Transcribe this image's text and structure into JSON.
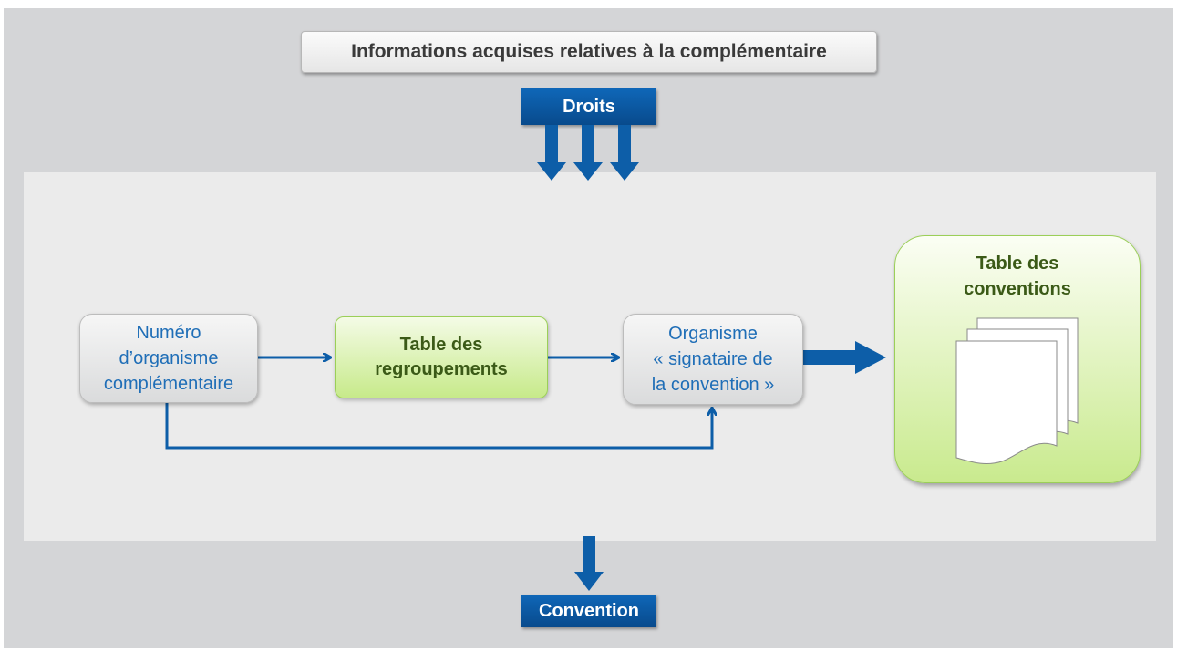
{
  "top_title": "Informations acquises relatives à la complémentaire",
  "droits_label": "Droits",
  "convention_label": "Convention",
  "numero_box": [
    "Numéro",
    "d’organisme",
    "complémentaire"
  ],
  "regroupements_box": [
    "Table des",
    "regroupements"
  ],
  "organisme_box": [
    "Organisme",
    "« signataire de",
    "la convention »"
  ],
  "conventions_box": [
    "Table des",
    "conventions"
  ],
  "colors": {
    "accent_blue": "#0d5ea8",
    "box_text_blue": "#1f6eb7",
    "green_text": "#3b5a17",
    "background": "#d4d5d7",
    "inner_panel": "#ebebeb"
  }
}
